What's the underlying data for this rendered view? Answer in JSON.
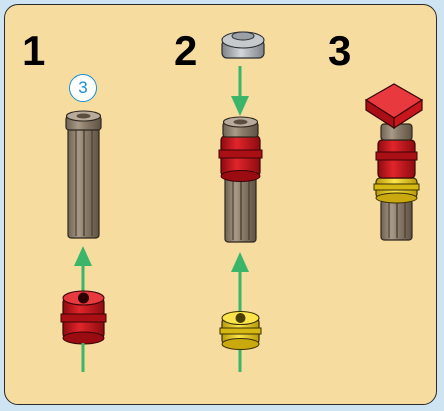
{
  "steps": [
    {
      "number": "1",
      "quantity": "3"
    },
    {
      "number": "2"
    },
    {
      "number": "3"
    }
  ],
  "colors": {
    "background": "#cfe4f3",
    "panel": "#f7dca0",
    "arrow": "#3bb56a",
    "axle_tan": "#9a8a78",
    "bush_red": "#d3141b",
    "bush_yellow": "#f2d320",
    "stud_gray": "#a8adb3"
  },
  "icons": [
    "down-arrow-icon",
    "up-arrow-icon"
  ]
}
